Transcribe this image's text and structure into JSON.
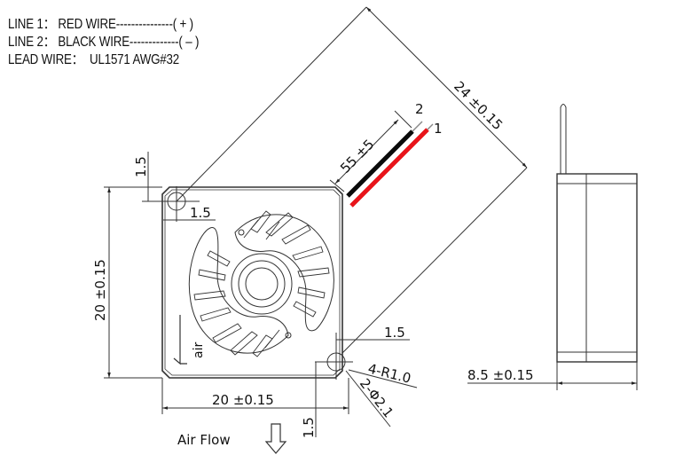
{
  "notes": {
    "line1": {
      "label": "LINE 1：",
      "value": "RED WIRE",
      "dashes": "---------------",
      "polarity": "( + )"
    },
    "line2": {
      "label": "LINE 2：",
      "value": "BLACK WIRE",
      "dashes": "-------------",
      "polarity": "( – )"
    },
    "lead": {
      "label": "LEAD WIRE：",
      "value": "UL1571 AWG#32"
    }
  },
  "dimensions": {
    "diagonal": "24 ±0.15",
    "wire_length": "55 ±5",
    "wire_label_1": "1",
    "wire_label_2": "2",
    "height": "20 ±0.15",
    "width": "20 ±0.15",
    "hole_offset_top": "1.5",
    "hole_offset_left": "1.5",
    "hole_offset_right": "1.5",
    "hole_offset_bottom": "1.5",
    "corner_radius": "4-R1.0",
    "hole_diameter": "2-Φ2.1",
    "thickness": "8.5 ±0.15"
  },
  "labels": {
    "air_marking": "air",
    "air_flow": "Air Flow"
  },
  "colors": {
    "line": "#333333",
    "red_wire": "#e8141a",
    "black_wire": "#0a0a0a"
  }
}
